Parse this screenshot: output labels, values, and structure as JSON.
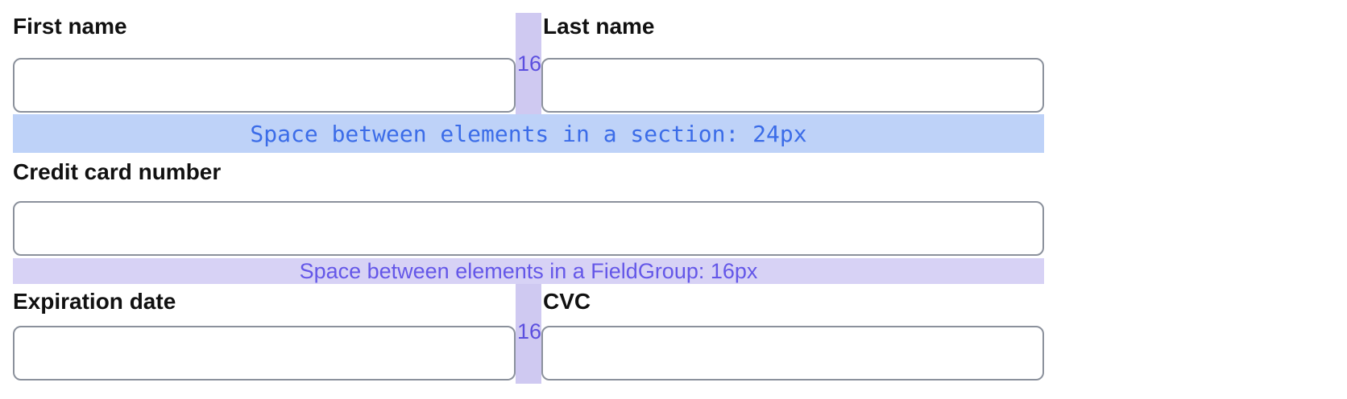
{
  "form": {
    "fields": {
      "first_name": {
        "label": "First name",
        "value": "",
        "placeholder": ""
      },
      "last_name": {
        "label": "Last name",
        "value": "",
        "placeholder": ""
      },
      "credit_card": {
        "label": "Credit card number",
        "value": "",
        "placeholder": ""
      },
      "expiration": {
        "label": "Expiration date",
        "value": "",
        "placeholder": ""
      },
      "cvc": {
        "label": "CVC",
        "value": "",
        "placeholder": ""
      }
    }
  },
  "annotations": {
    "section_gap": {
      "text": "Space between elements in a section: 24px",
      "band_color": "#bed2f8",
      "text_color": "#3b6ce8"
    },
    "fieldgroup_gap": {
      "text": "Space between elements in a FieldGroup: 16px",
      "band_color": "#d7d2f5",
      "text_color": "#6457e8"
    },
    "column_gap_row1": {
      "text": "16",
      "band_color": "#cfc9f1",
      "text_color": "#5b4fdf"
    },
    "column_gap_row3": {
      "text": "16",
      "band_color": "#cfc9f1",
      "text_color": "#5b4fdf"
    }
  },
  "colors": {
    "input_border": "#8b919c",
    "label_text": "#111111",
    "background": "#ffffff"
  }
}
